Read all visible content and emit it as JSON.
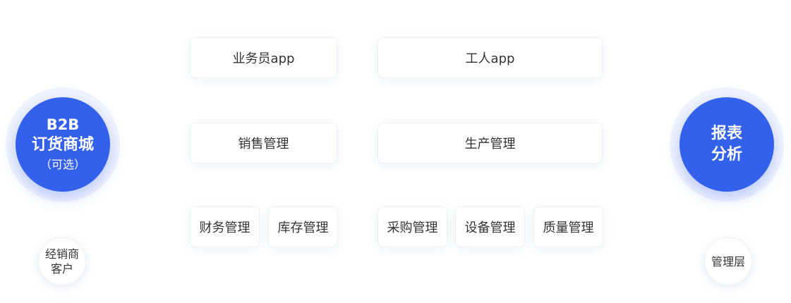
{
  "left_node": {
    "title_line1": "B2B",
    "title_line2": "订货商城",
    "note": "（可选）"
  },
  "left_client": {
    "line1": "经销商",
    "line2": "客户"
  },
  "right_node": {
    "line1": "报表",
    "line2": "分析"
  },
  "right_client": {
    "label": "管理层"
  },
  "modules": {
    "salesperson_app": "业务员app",
    "worker_app": "工人app",
    "sales_management": "销售管理",
    "production_management": "生产管理",
    "finance_management": "财务管理",
    "inventory_management": "库存管理",
    "procurement_management": "采购管理",
    "equipment_management": "设备管理",
    "quality_management": "质量管理"
  },
  "colors": {
    "accent": "#3461ec",
    "text": "#333333",
    "card_border": "#eef0f4"
  }
}
